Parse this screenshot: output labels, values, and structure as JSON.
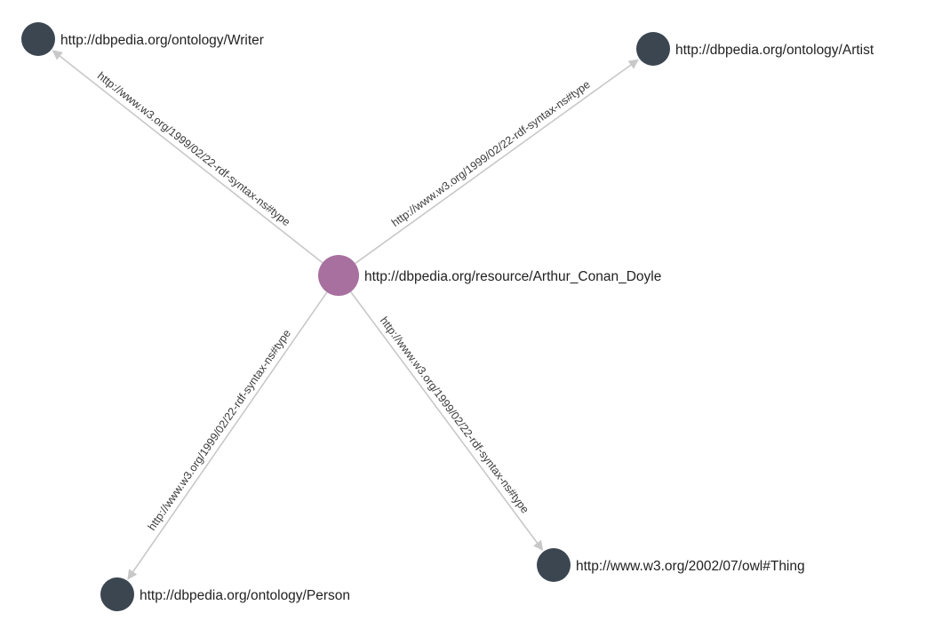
{
  "graph": {
    "colors": {
      "subject_node": "#a7709f",
      "object_node": "#3c4650",
      "edge": "#c8c8c8",
      "edge_label": "#3a3a3a",
      "node_label": "#222222"
    },
    "nodes": [
      {
        "id": "arthur",
        "label": "http://dbpedia.org/resource/Arthur_Conan_Doyle",
        "kind": "subject"
      },
      {
        "id": "writer",
        "label": "http://dbpedia.org/ontology/Writer",
        "kind": "object"
      },
      {
        "id": "artist",
        "label": "http://dbpedia.org/ontology/Artist",
        "kind": "object"
      },
      {
        "id": "person",
        "label": "http://dbpedia.org/ontology/Person",
        "kind": "object"
      },
      {
        "id": "thing",
        "label": "http://www.w3.org/2002/07/owl#Thing",
        "kind": "object"
      }
    ],
    "edges": [
      {
        "from": "arthur",
        "to": "writer",
        "label": "http://www.w3.org/1999/02/22-rdf-syntax-ns#type"
      },
      {
        "from": "arthur",
        "to": "artist",
        "label": "http://www.w3.org/1999/02/22-rdf-syntax-ns#type"
      },
      {
        "from": "arthur",
        "to": "person",
        "label": "http://www.w3.org/1999/02/22-rdf-syntax-ns#type"
      },
      {
        "from": "arthur",
        "to": "thing",
        "label": "http://www.w3.org/1999/02/22-rdf-syntax-ns#type"
      }
    ]
  }
}
